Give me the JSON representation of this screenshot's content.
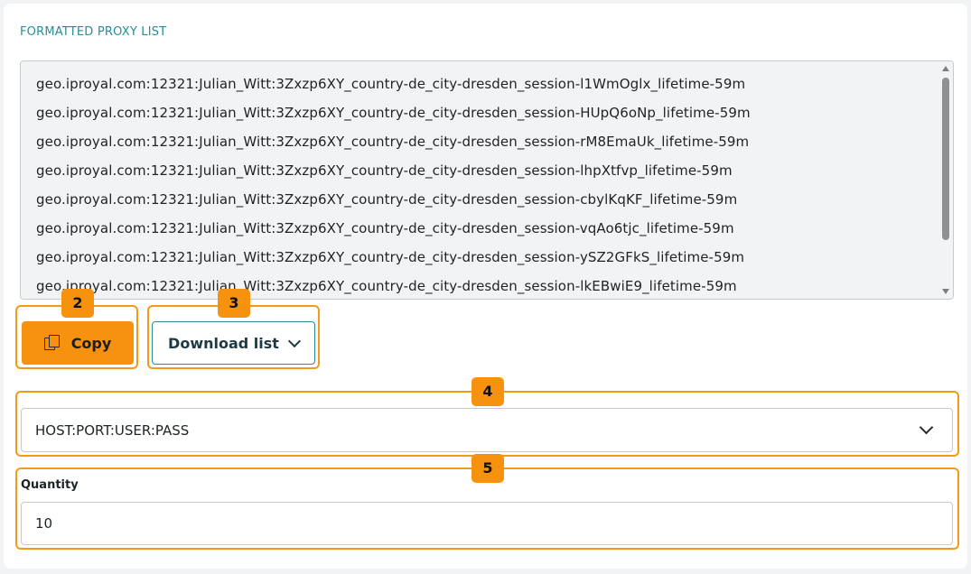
{
  "section_title": "FORMATTED PROXY LIST",
  "proxy_lines": [
    "geo.iproyal.com:12321:Julian_Witt:3Zxzp6XY_country-de_city-dresden_session-l1WmOglx_lifetime-59m",
    "geo.iproyal.com:12321:Julian_Witt:3Zxzp6XY_country-de_city-dresden_session-HUpQ6oNp_lifetime-59m",
    "geo.iproyal.com:12321:Julian_Witt:3Zxzp6XY_country-de_city-dresden_session-rM8EmaUk_lifetime-59m",
    "geo.iproyal.com:12321:Julian_Witt:3Zxzp6XY_country-de_city-dresden_session-lhpXtfvp_lifetime-59m",
    "geo.iproyal.com:12321:Julian_Witt:3Zxzp6XY_country-de_city-dresden_session-cbylKqKF_lifetime-59m",
    "geo.iproyal.com:12321:Julian_Witt:3Zxzp6XY_country-de_city-dresden_session-vqAo6tjc_lifetime-59m",
    "geo.iproyal.com:12321:Julian_Witt:3Zxzp6XY_country-de_city-dresden_session-ySZ2GFkS_lifetime-59m",
    "geo.iproyal.com:12321:Julian_Witt:3Zxzp6XY_country-de_city-dresden_session-lkEBwiE9_lifetime-59m"
  ],
  "buttons": {
    "copy_label": "Copy",
    "download_label": "Download list"
  },
  "format_select": {
    "value": "HOST:PORT:USER:PASS"
  },
  "quantity": {
    "label": "Quantity",
    "value": "10"
  },
  "badges": [
    "2",
    "3",
    "4",
    "5"
  ],
  "colors": {
    "accent_orange": "#f7920f",
    "teal": "#2a8c96",
    "highlight_border": "#f39a18"
  },
  "icons": {
    "copy": "copy-icon",
    "download_chevron": "chevron-down-icon",
    "select_chevron": "chevron-down-icon"
  }
}
